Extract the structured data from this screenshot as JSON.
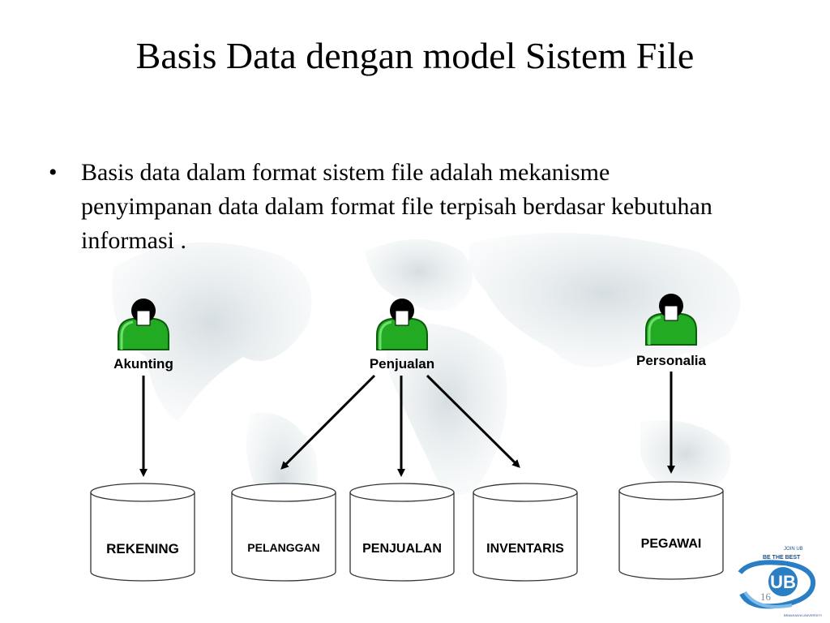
{
  "slide": {
    "title": "Basis Data dengan model Sistem File",
    "bullet_symbol": "•",
    "bullet_text": "Basis data dalam format sistem file adalah mekanisme penyimpanan data dalam format file terpisah berdasar kebutuhan informasi .",
    "page_number": "16"
  },
  "diagram": {
    "users": [
      {
        "label": "Akunting"
      },
      {
        "label": "Penjualan"
      },
      {
        "label": "Personalia"
      }
    ],
    "files": [
      {
        "label": "REKENING"
      },
      {
        "label": "PELANGGAN"
      },
      {
        "label": "PENJUALAN"
      },
      {
        "label": "INVENTARIS"
      },
      {
        "label": "PEGAWAI"
      }
    ]
  },
  "logo": {
    "top_text": "JOIN UB",
    "middle_text": "BE THE BEST",
    "center_text": "UB",
    "bottom_text": "BRAWIJAYA UNIVERSITY",
    "colors": {
      "primary": "#2a7ec4",
      "dark": "#1d4f8c"
    }
  },
  "colors": {
    "user_green": "#22aa22",
    "user_dark": "#000000",
    "cylinder_fill": "#ffffff"
  }
}
